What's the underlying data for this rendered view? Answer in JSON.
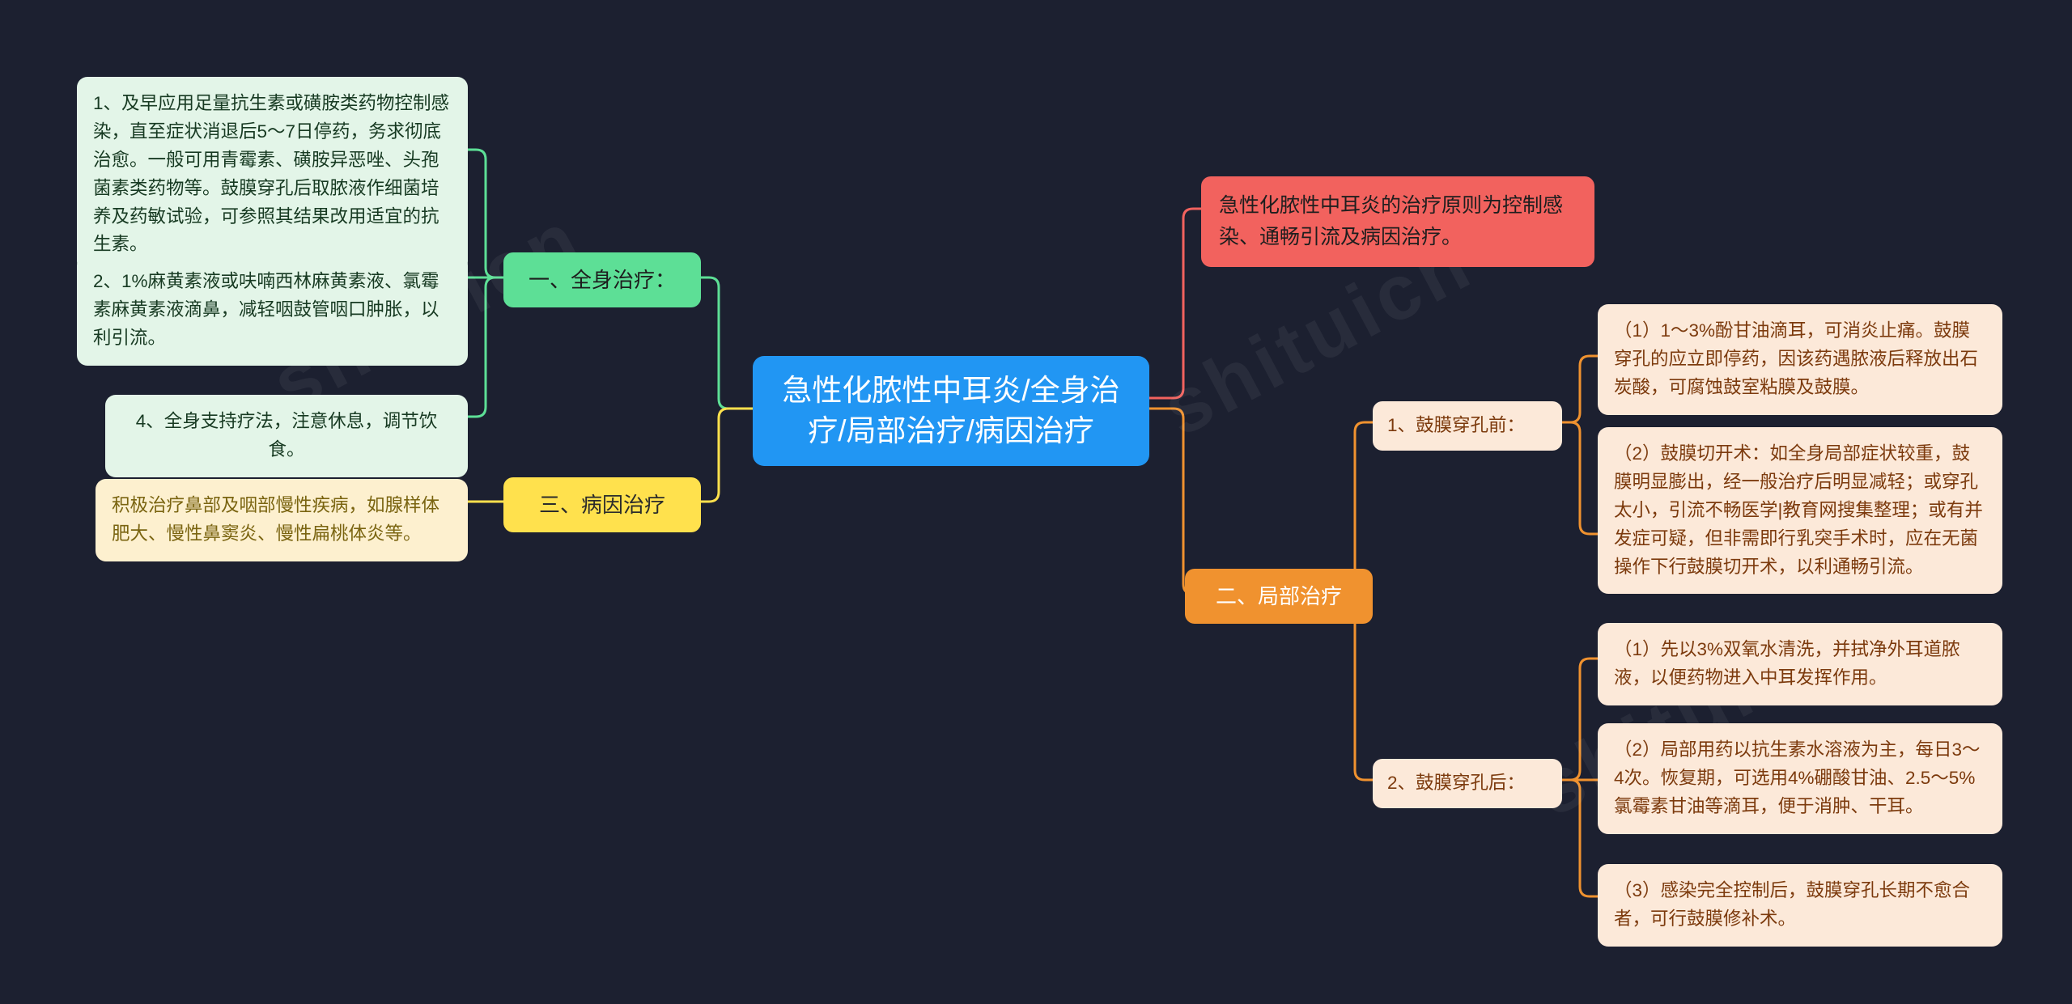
{
  "background_color": "#1c2030",
  "root": {
    "label": "急性化脓性中耳炎/全身治疗/局部治疗/病因治疗",
    "color": "#2196f3"
  },
  "watermarks": [
    {
      "text": "shituicn"
    },
    {
      "text": "shituicn"
    },
    {
      "text": "shituicn"
    }
  ],
  "left_branches": [
    {
      "label": "一、全身治疗：",
      "color": "#5ddf96",
      "children": [
        {
          "text": "1、及早应用足量抗生素或磺胺类药物控制感染，直至症状消退后5～7日停药，务求彻底治愈。一般可用青霉素、磺胺异恶唑、头孢菌素类药物等。鼓膜穿孔后取脓液作细菌培养及药敏试验，可参照其结果改用适宜的抗生素。",
          "color": "#e3f5e8"
        },
        {
          "text": "2、1%麻黄素液或呋喃西林麻黄素液、氯霉素麻黄素液滴鼻，减轻咽鼓管咽口肿胀，以利引流。",
          "color": "#e3f5e8"
        },
        {
          "text": "4、全身支持疗法，注意休息，调节饮食。",
          "color": "#e3f5e8"
        }
      ]
    },
    {
      "label": "三、病因治疗",
      "color": "#ffe14d",
      "children": [
        {
          "text": "积极治疗鼻部及咽部慢性疾病，如腺样体肥大、慢性鼻窦炎、慢性扁桃体炎等。",
          "color": "#fdf0cf"
        }
      ]
    }
  ],
  "right_branches": [
    {
      "label": "急性化脓性中耳炎的治疗原则为控制感染、通畅引流及病因治疗。",
      "color": "#f2625e",
      "type": "note"
    },
    {
      "label": "二、局部治疗",
      "color": "#f0922f",
      "type": "branch",
      "children": [
        {
          "label": "1、鼓膜穿孔前：",
          "color": "#fce9d9",
          "items": [
            {
              "text": "（1）1～3%酚甘油滴耳，可消炎止痛。鼓膜穿孔的应立即停药，因该药遇脓液后释放出石炭酸，可腐蚀鼓室粘膜及鼓膜。"
            },
            {
              "text": "（2）鼓膜切开术：如全身局部症状较重，鼓膜明显膨出，经一般治疗后明显减轻；或穿孔太小，引流不畅医学|教育网搜集整理；或有并发症可疑，但非需即行乳突手术时，应在无菌操作下行鼓膜切开术，以利通畅引流。"
            }
          ]
        },
        {
          "label": "2、鼓膜穿孔后：",
          "color": "#fce9d9",
          "items": [
            {
              "text": "（1）先以3%双氧水清洗，并拭净外耳道脓液，以便药物进入中耳发挥作用。"
            },
            {
              "text": "（2）局部用药以抗生素水溶液为主，每日3～4次。恢复期，可选用4%硼酸甘油、2.5～5%氯霉素甘油等滴耳，便于消肿、干耳。"
            },
            {
              "text": "（3）感染完全控制后，鼓膜穿孔长期不愈合者，可行鼓膜修补术。"
            }
          ]
        }
      ]
    }
  ]
}
